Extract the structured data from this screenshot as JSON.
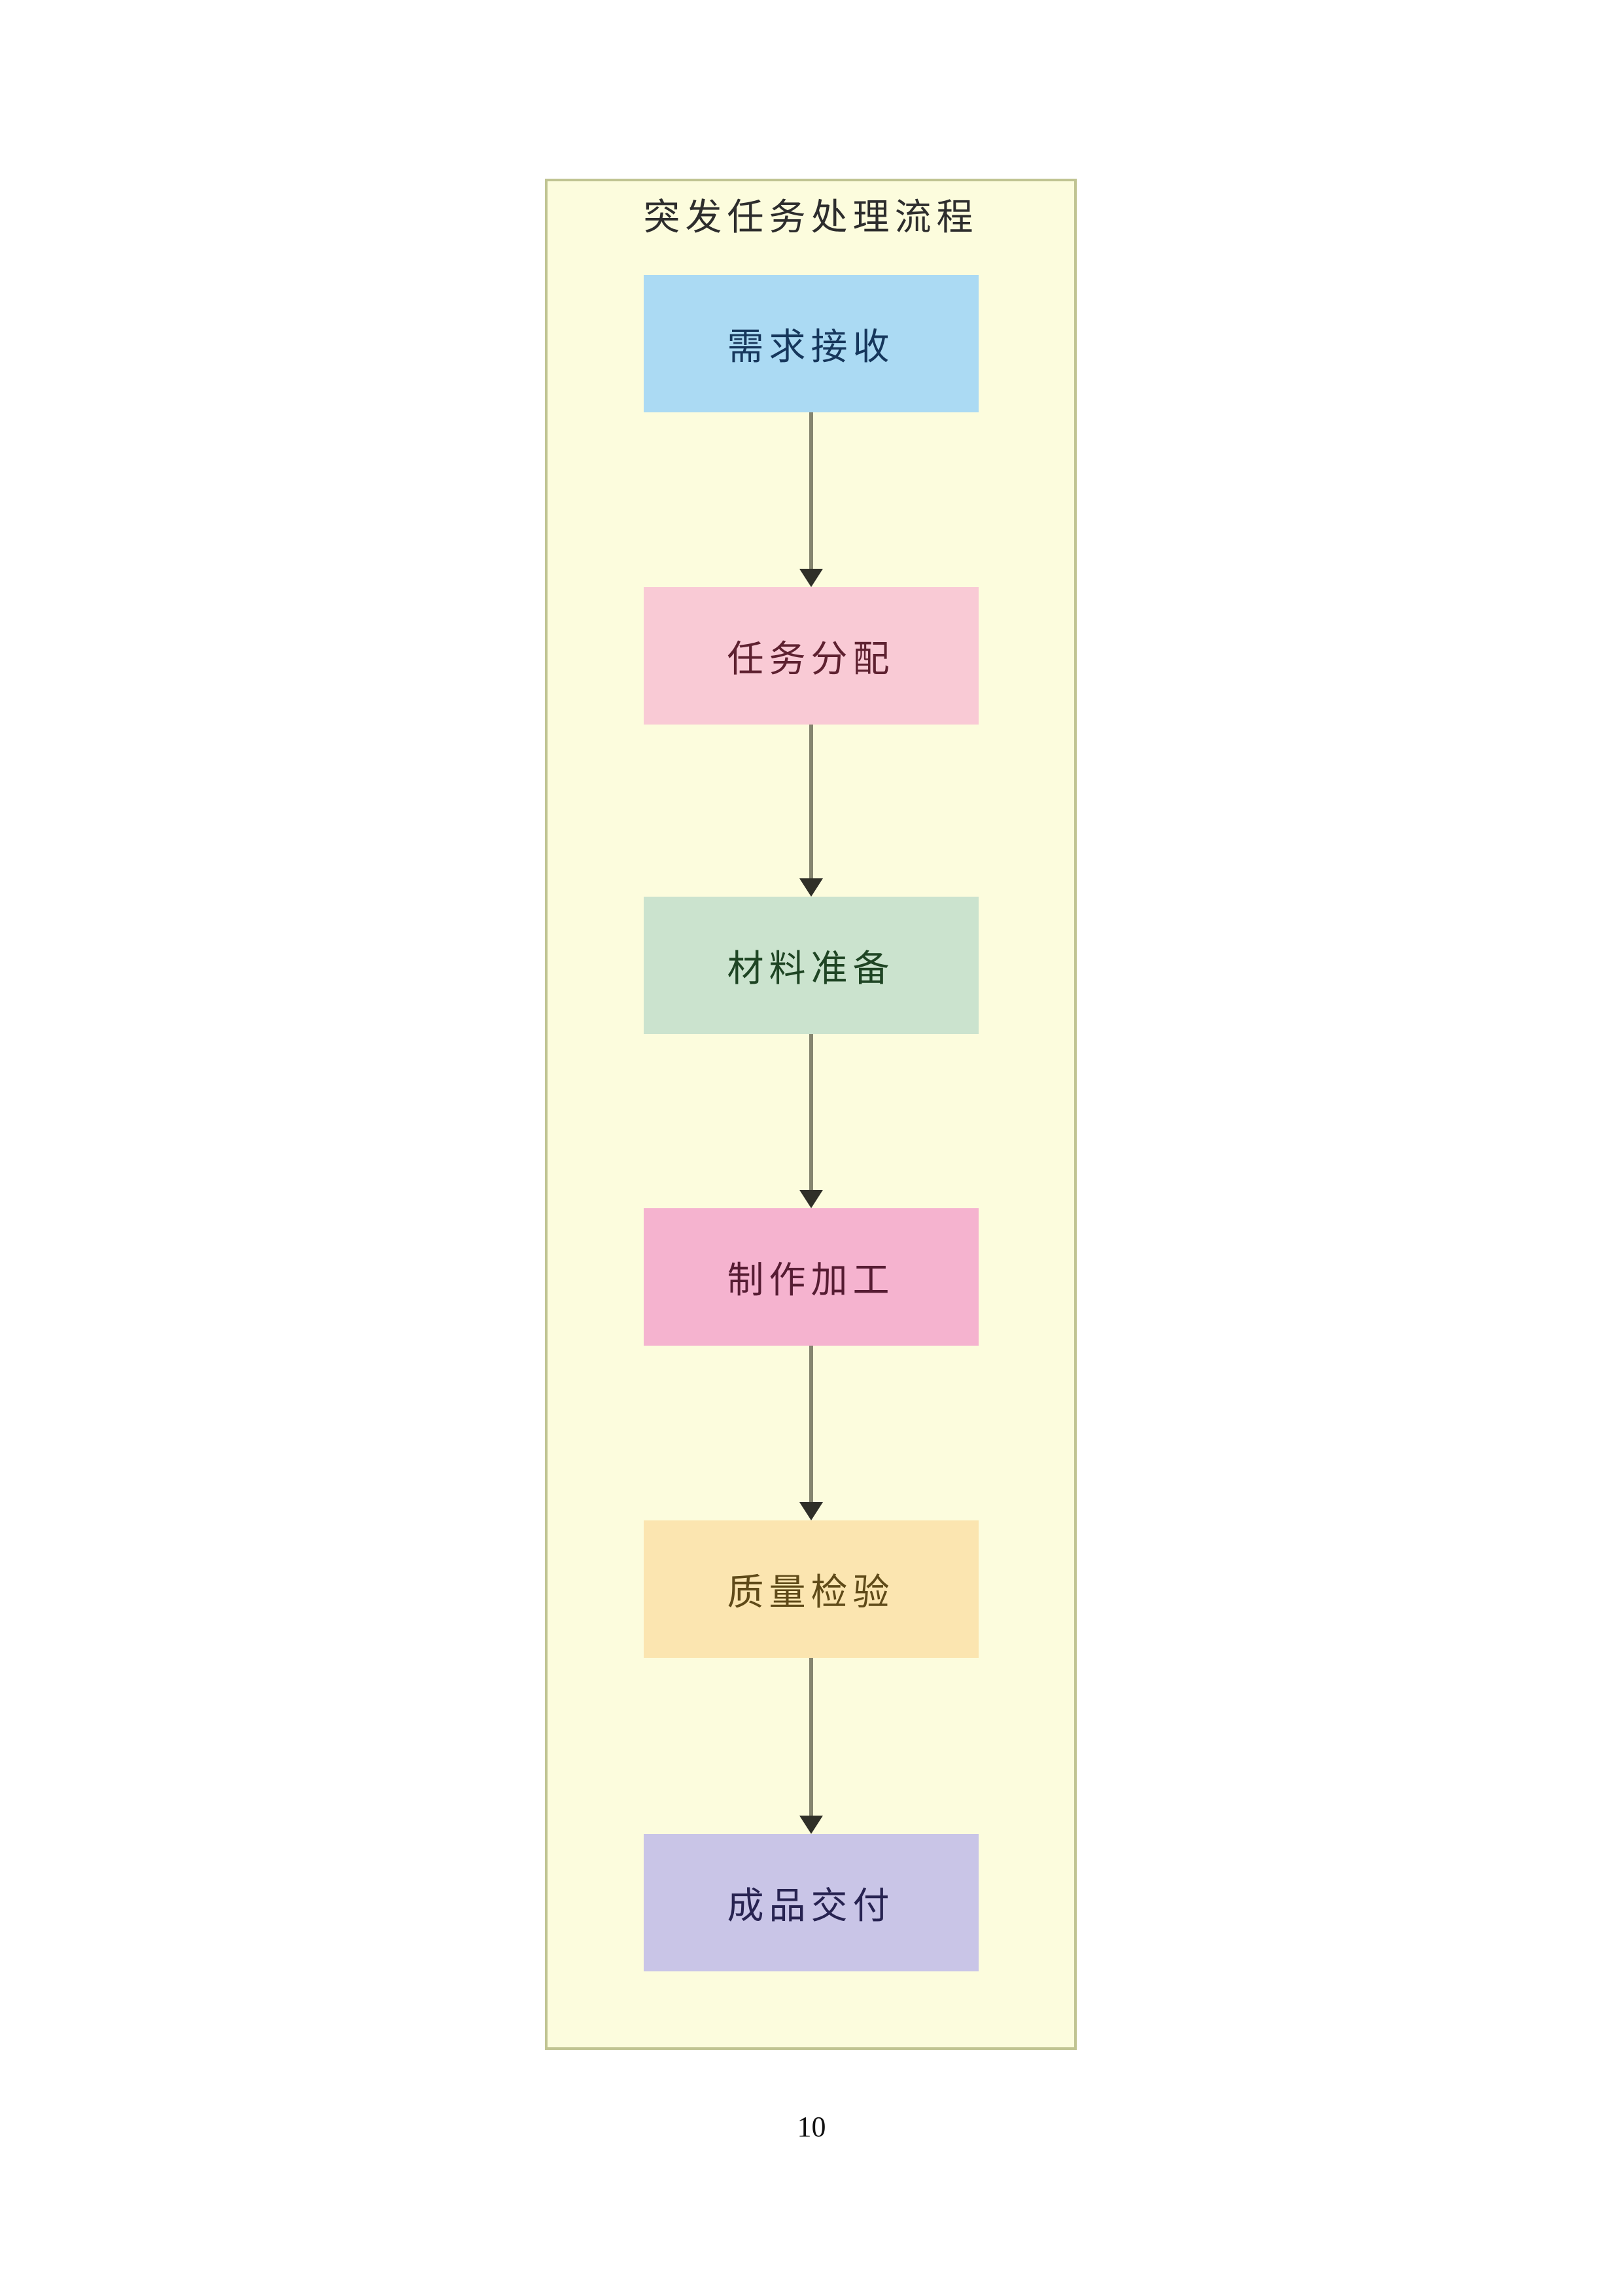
{
  "page": {
    "number": "10",
    "background": "#FFFFFF"
  },
  "flowchart": {
    "title": "突发任务处理流程",
    "title_color": "#2D2D2D",
    "panel": {
      "background": "#FCFCDD",
      "border_color": "#C0C492"
    },
    "arrow": {
      "line_color": "#85856F",
      "head_color": "#2F2F28"
    },
    "steps": [
      {
        "label": "需求接收",
        "fill": "#ABDAF3",
        "text_color": "#16375C"
      },
      {
        "label": "任务分配",
        "fill": "#F9CAD5",
        "text_color": "#5E2130"
      },
      {
        "label": "材料准备",
        "fill": "#CBE3CE",
        "text_color": "#1F4524"
      },
      {
        "label": "制作加工",
        "fill": "#F5B3CF",
        "text_color": "#561C33"
      },
      {
        "label": "质量检验",
        "fill": "#FBE5B0",
        "text_color": "#5F4A18"
      },
      {
        "label": "成品交付",
        "fill": "#C9C5E7",
        "text_color": "#272351"
      }
    ]
  }
}
